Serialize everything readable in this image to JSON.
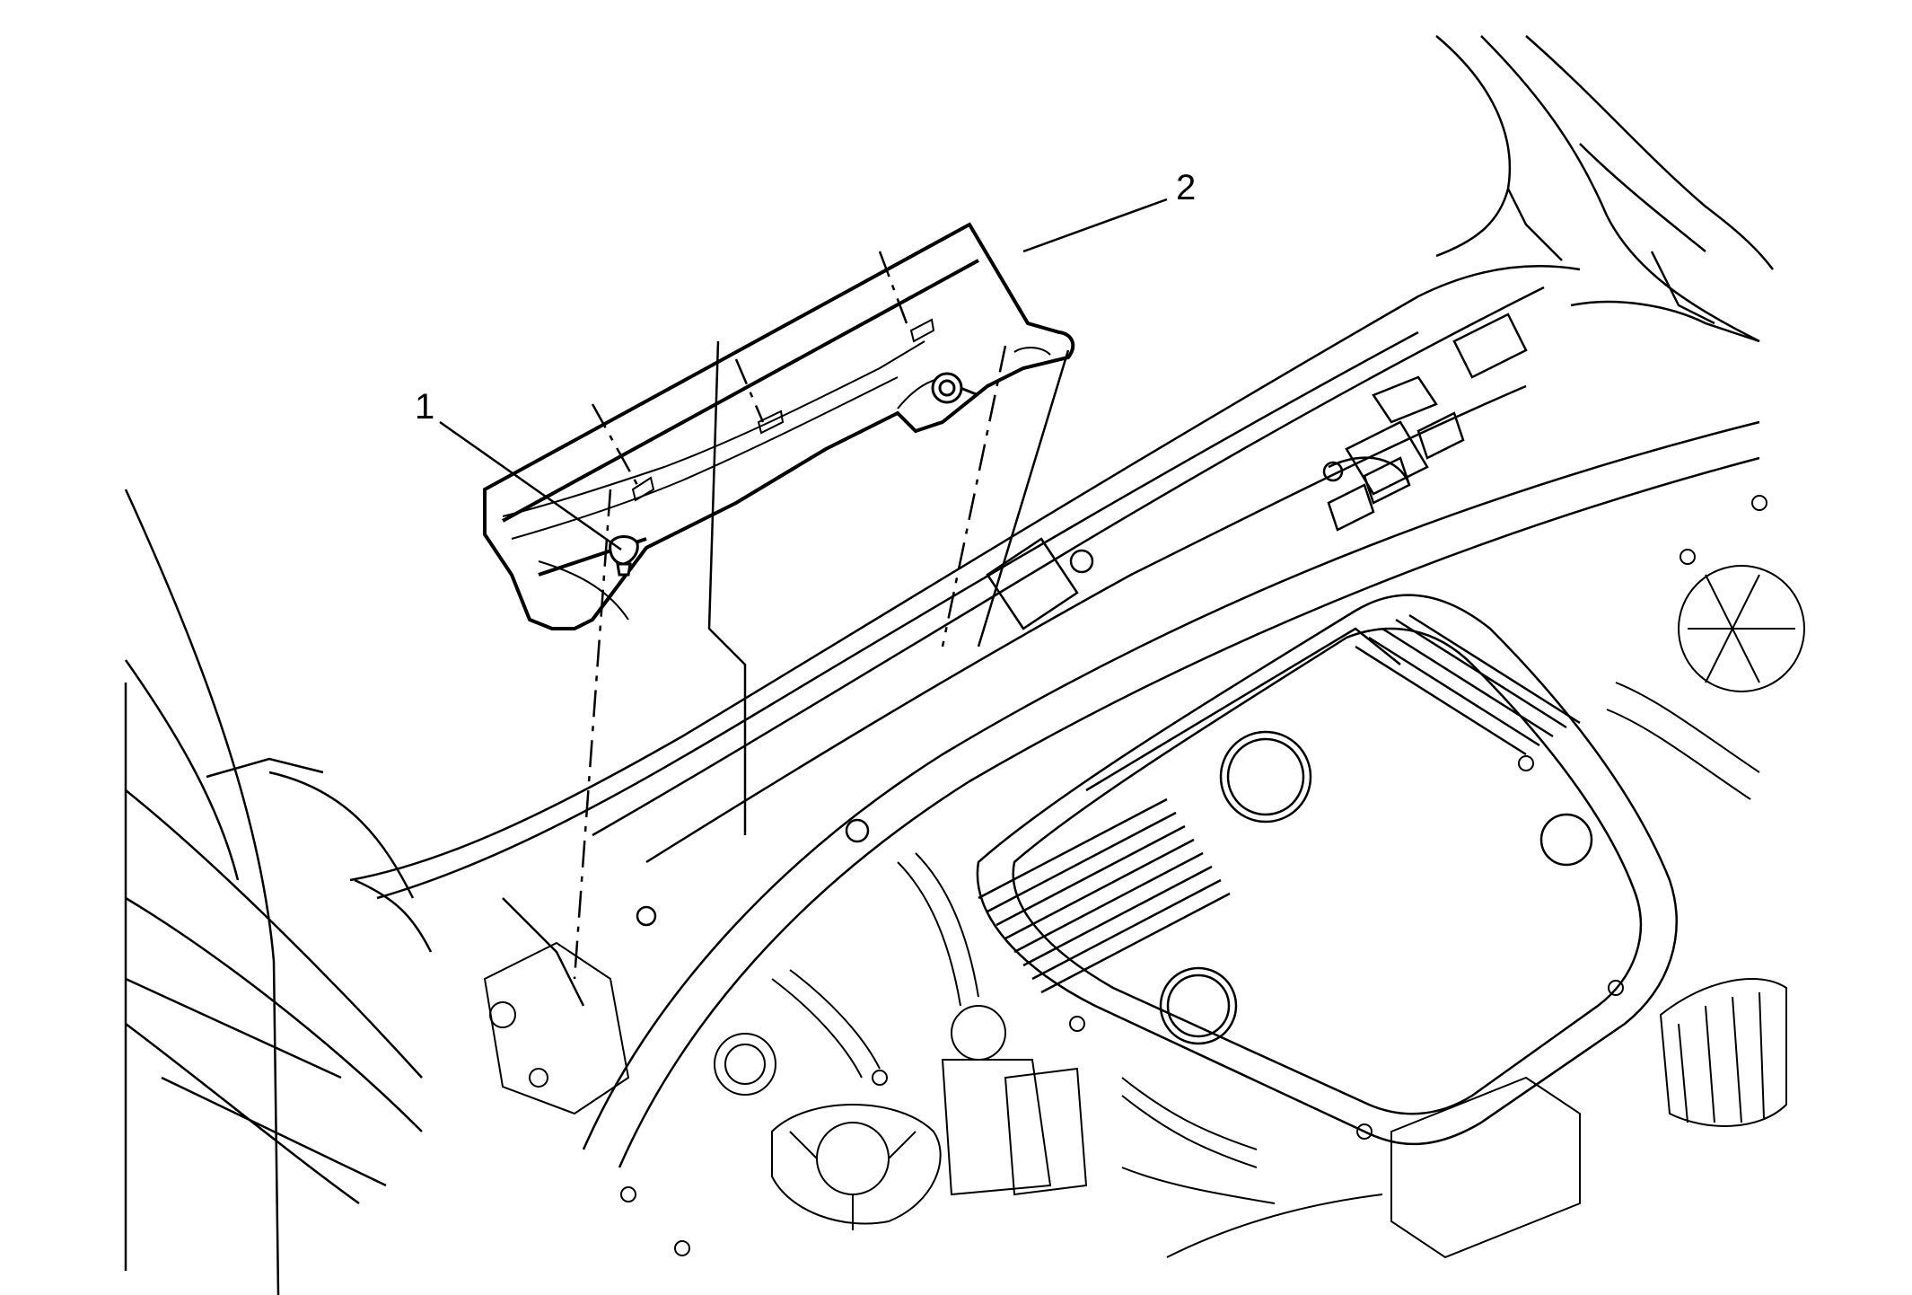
{
  "diagram": {
    "callouts": [
      {
        "label": "1",
        "part": "push-pin-retainer"
      },
      {
        "label": "2",
        "part": "engine-compartment-panel"
      }
    ],
    "colors": {
      "line": "#000000",
      "background": "#ffffff"
    }
  }
}
